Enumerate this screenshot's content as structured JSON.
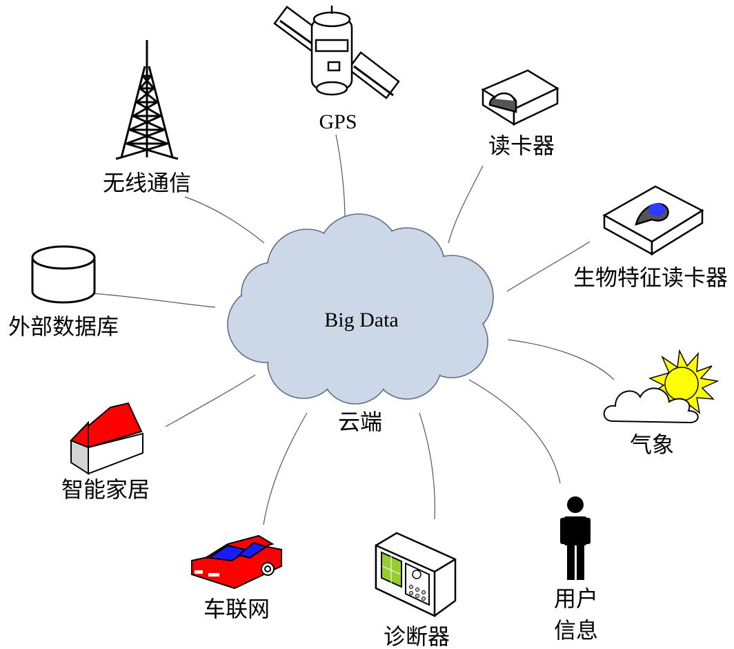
{
  "center": {
    "title": "Big Data",
    "caption": "云端"
  },
  "nodes": {
    "wireless": {
      "label": "无线通信",
      "icon": "radio-tower-icon"
    },
    "gps": {
      "label": "GPS",
      "icon": "satellite-icon"
    },
    "card_reader": {
      "label": "读卡器",
      "icon": "card-reader-icon"
    },
    "biometric": {
      "label": "生物特征读卡器",
      "icon": "biometric-reader-icon"
    },
    "external_db": {
      "label": "外部数据库",
      "icon": "database-cylinder-icon"
    },
    "weather": {
      "label": "气象",
      "icon": "sun-cloud-icon"
    },
    "smart_home": {
      "label": "智能家居",
      "icon": "house-icon"
    },
    "user_info": {
      "label_line1": "用户",
      "label_line2": "信息",
      "icon": "person-icon"
    },
    "vehicle_net": {
      "label": "车联网",
      "icon": "car-icon"
    },
    "diagnostics": {
      "label": "诊断器",
      "icon": "diagnostic-device-icon"
    }
  },
  "colors": {
    "cloud_fill": "#c9d6e6",
    "house_roof": "#ff0000",
    "car_body": "#ff0000",
    "car_window": "#1a1aff",
    "sun": "#ffff00",
    "biometric_dot": "#2f3cff",
    "diag_screen": "#99cc33"
  }
}
